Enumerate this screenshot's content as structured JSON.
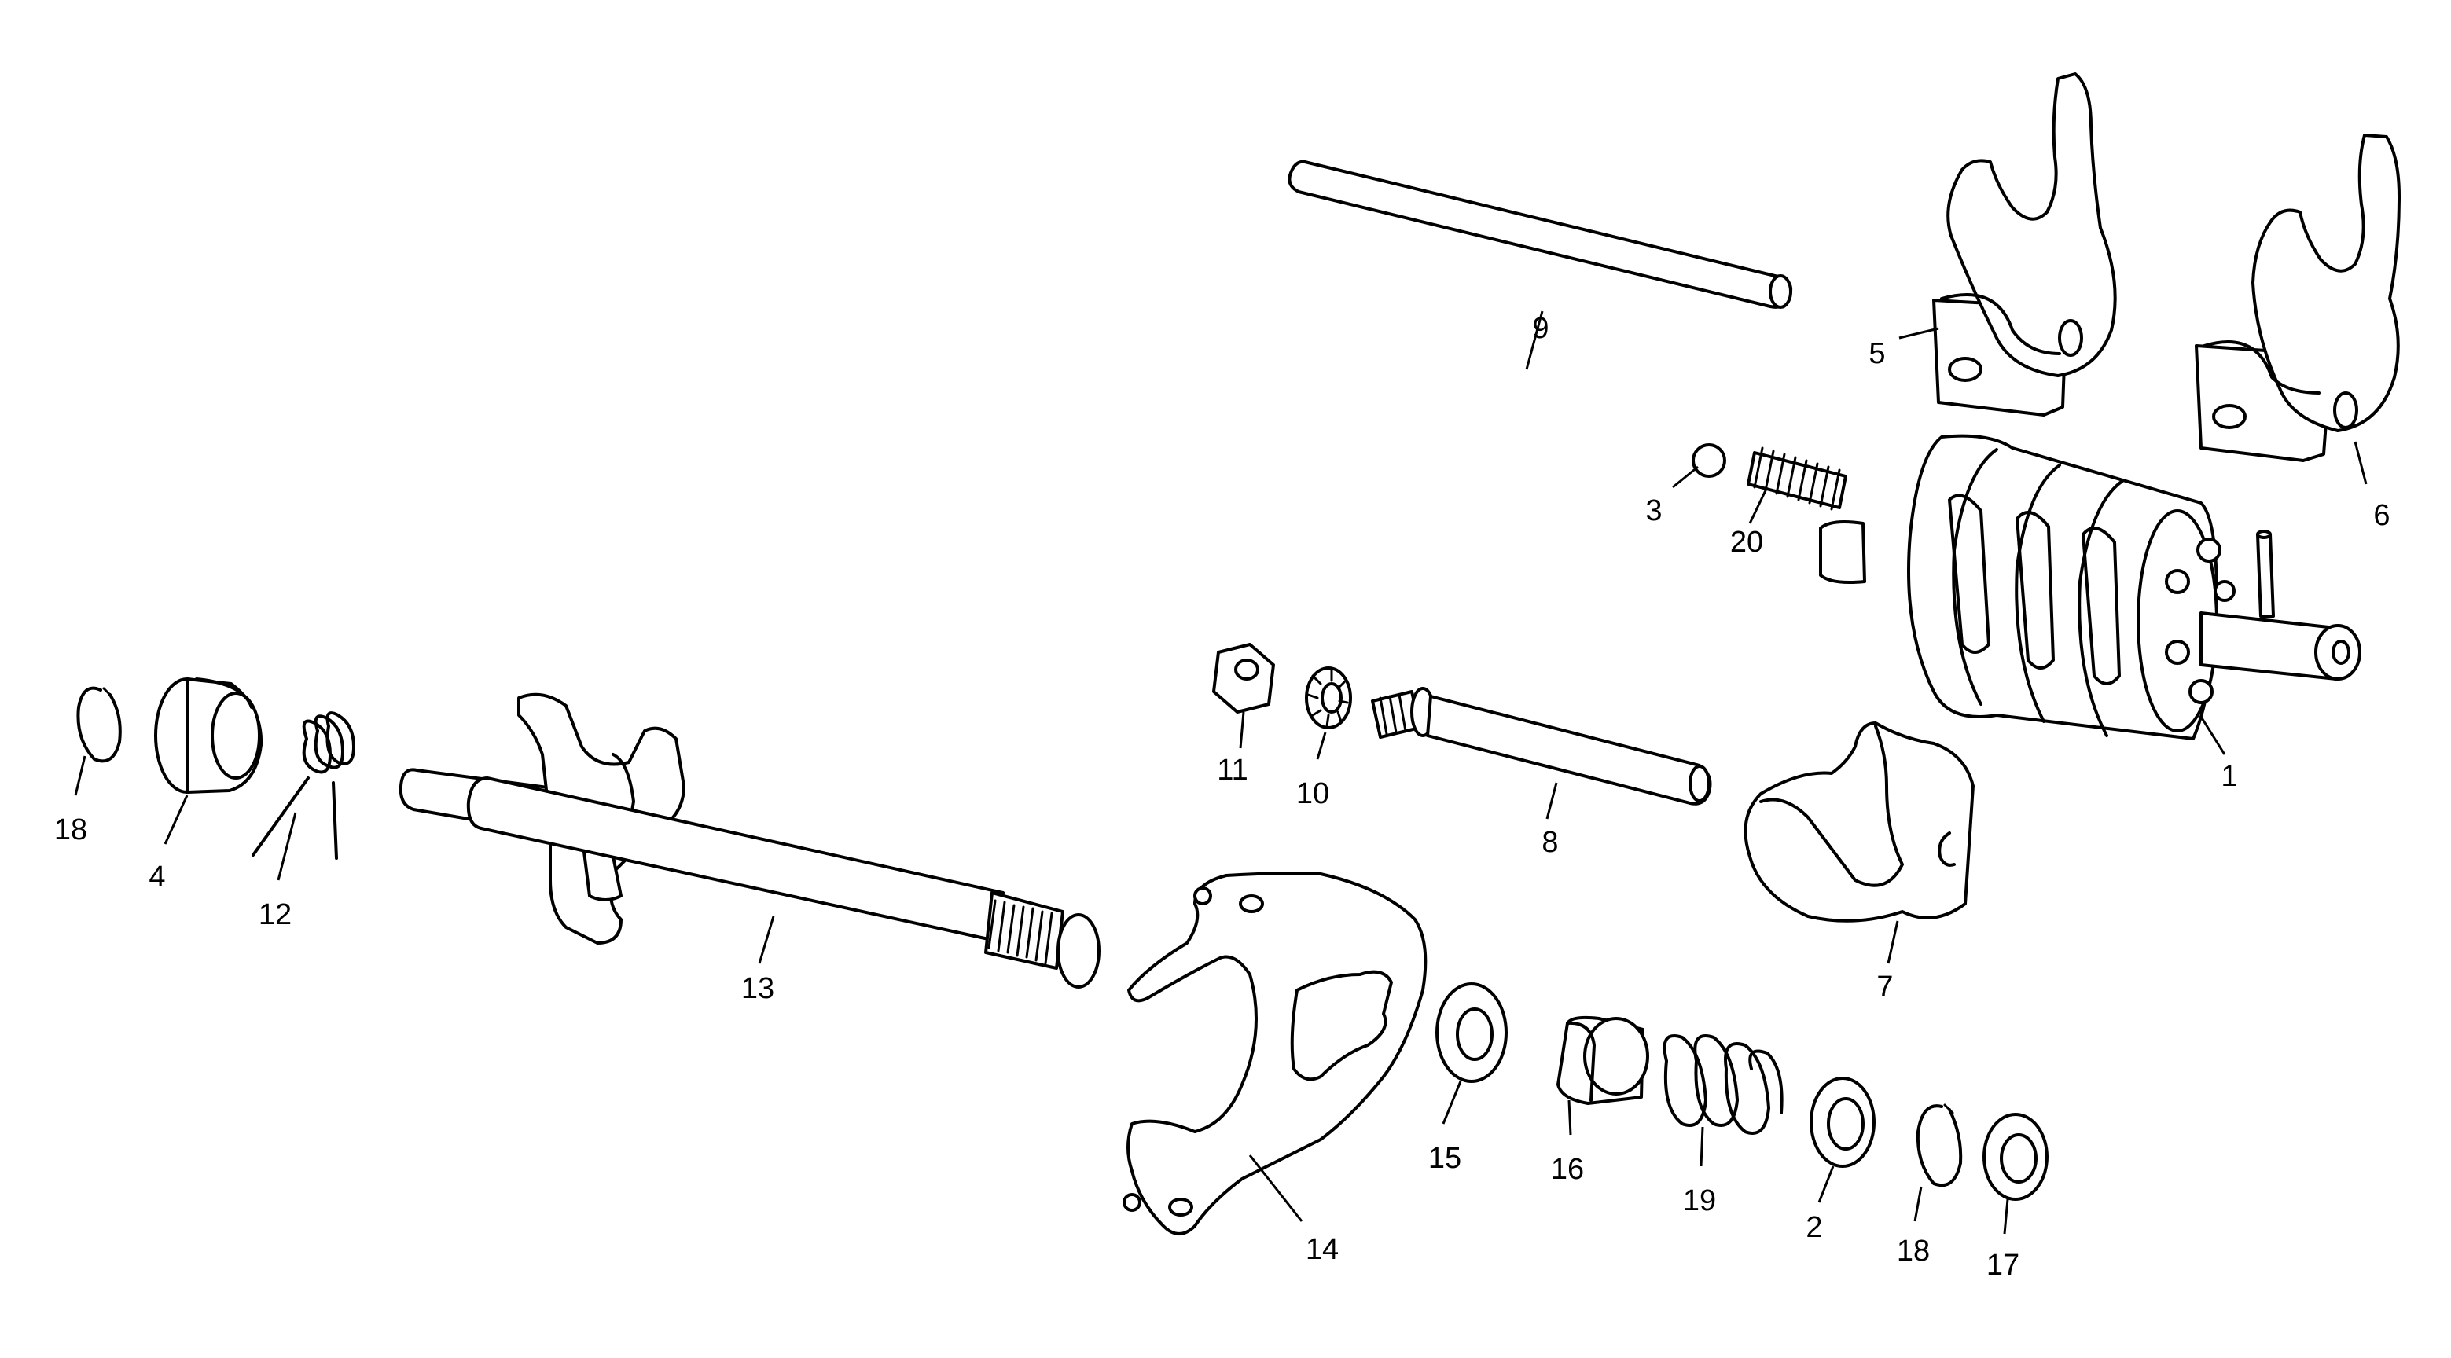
{
  "diagram": {
    "labels": {
      "p1": "1",
      "p2": "2",
      "p3": "3",
      "p4": "4",
      "p5": "5",
      "p6": "6",
      "p7": "7",
      "p8": "8",
      "p9": "9",
      "p10": "10",
      "p11": "11",
      "p12": "12",
      "p13": "13",
      "p14": "14",
      "p15": "15",
      "p16": "16",
      "p17": "17",
      "p18a": "18",
      "p18b": "18",
      "p19": "19",
      "p20": "20"
    },
    "colors": {
      "line": "#000000",
      "background": "#ffffff"
    }
  }
}
